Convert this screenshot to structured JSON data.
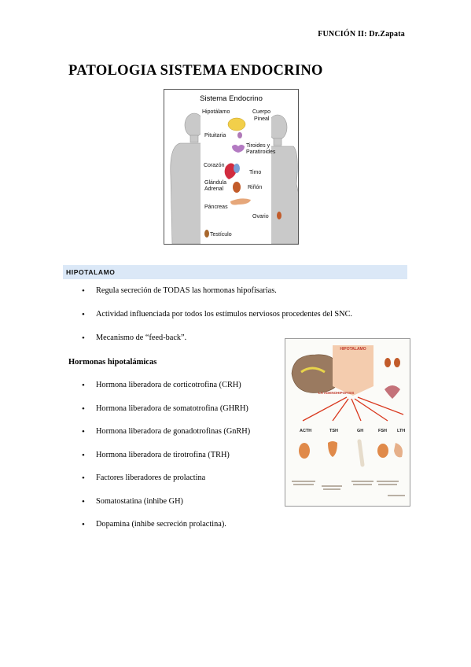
{
  "header_note": "FUNCIÓN II: Dr.Zapata",
  "title": "PATOLOGIA SISTEMA ENDOCRINO",
  "figure1": {
    "title": "Sistema Endocrino",
    "labels": {
      "hipotalamo": "Hipotálamo",
      "cuerpo": "Cuerpo",
      "pineal": "Pineal",
      "pituitaria": "Pituitaria",
      "tiroides": "Tiroides y",
      "paratiroides": "Paratiroides",
      "corazon": "Corazón",
      "timo": "Timo",
      "glandula": "Glándula",
      "adrenal": "Adrenal",
      "rinon": "Riñón",
      "pancreas": "Páncreas",
      "ovario": "Ovario",
      "testiculo": "Testículo"
    }
  },
  "section": {
    "label": "HIPOTALAMO"
  },
  "bullets_main": [
    "Regula secreción de TODAS las hormonas hipofisarias.",
    "Actividad influenciada por todos los estímulos nerviosos procedentes del SNC.",
    "Mecanismo de “feed-back”."
  ],
  "subheading": "Hormonas hipotalámicas",
  "hormones": [
    "Hormona liberadora de corticotrofina (CRH)",
    "Hormona liberadora de somatotrofina (GHRH)",
    "Hormona liberadora de gonadotrofinas (GnRH)",
    "Hormona liberadora de tirotrofina (TRH)",
    "Factores liberadores de prolactina",
    "Somatostatina (inhibe GH)",
    "Dopamina (inhibe secreción prolactina)."
  ],
  "figure2": {
    "hipotalamo": "HIPOTALAMO",
    "adenohipofisis": "LA ADENOHIPOFISIS",
    "targets": [
      "ACTH",
      "TSH",
      "GH",
      "FSH",
      "LTH"
    ]
  },
  "colors": {
    "section_bar": "#dbe8f7",
    "arrow": "#d9381e"
  }
}
